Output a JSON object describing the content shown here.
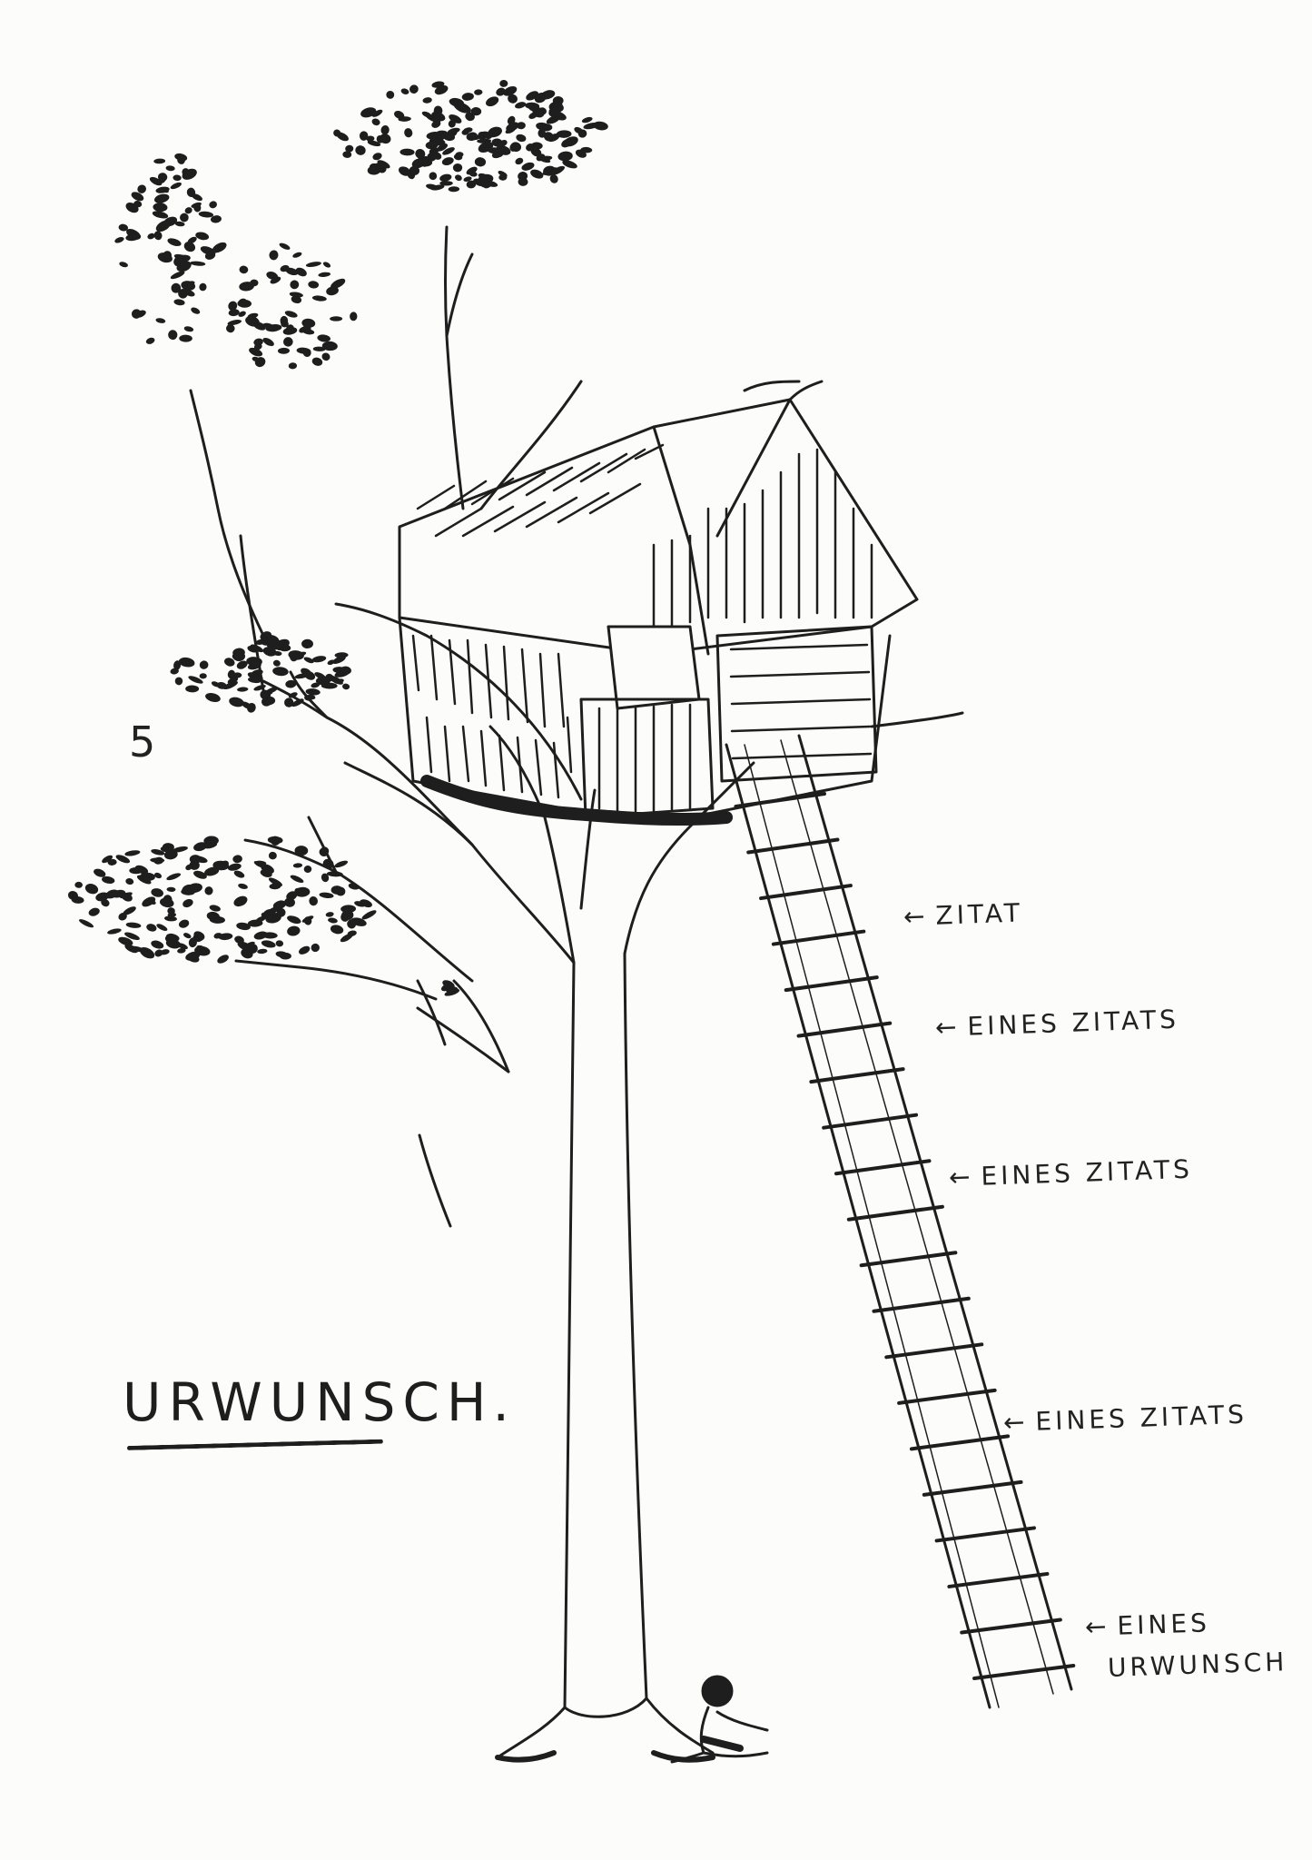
{
  "page_number": "5",
  "title": "URWUNSCH.",
  "annotations": [
    {
      "arrow": "←",
      "text": "ZITAT"
    },
    {
      "arrow": "←",
      "text": "EINES ZITATS"
    },
    {
      "arrow": "←",
      "text": "EINES ZITATS"
    },
    {
      "arrow": "←",
      "text": "EINES ZITATS"
    },
    {
      "arrow": "←",
      "text": "EINES"
    },
    {
      "arrow": "",
      "text": "URWUNSCH"
    }
  ],
  "colors": {
    "ink": "#1e1e1e",
    "paper": "#fcfcfa"
  }
}
